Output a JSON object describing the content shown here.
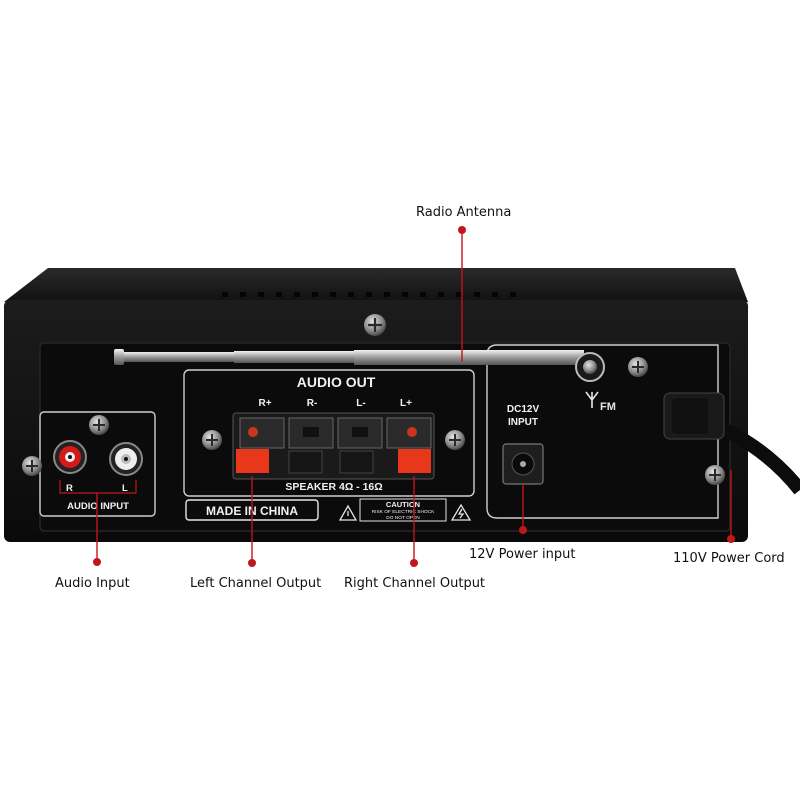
{
  "callouts": {
    "radio_antenna": "Radio Antenna",
    "audio_input": "Audio Input",
    "left_channel_output": "Left Channel Output",
    "right_channel_output": "Right Channel Output",
    "power_input_12v": "12V Power input",
    "power_cord_110v": "110V Power Cord"
  },
  "panel": {
    "audio_out": "AUDIO OUT",
    "terminal_r_plus": "R+",
    "terminal_r_minus": "R-",
    "terminal_l_minus": "L-",
    "terminal_l_plus": "L+",
    "speaker_impedance": "SPEAKER 4Ω - 16Ω",
    "rca_r": "R",
    "rca_l": "L",
    "audio_input": "AUDIO INPUT",
    "dc_line1": "DC12V",
    "dc_line2": "INPUT",
    "fm": "FM",
    "made_in": "MADE IN CHINA",
    "caution_title": "CAUTION",
    "caution_line1": "RISK OF ELECTRIC SHOCK",
    "caution_line2": "DO NOT OPEN"
  },
  "colors": {
    "accent": "#c0161c",
    "callout_line": "#c0161c",
    "chassis": "#161616",
    "panel": "#0d0d0d",
    "terminal_red": "#e8371b",
    "rca_red": "#d21a1a"
  }
}
